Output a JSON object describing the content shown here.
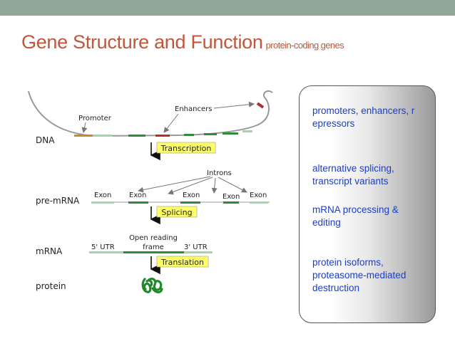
{
  "title": {
    "main": "Gene Structure and Function",
    "sub": "protein-coding genes"
  },
  "diagram": {
    "row_labels": {
      "dna": "DNA",
      "pre_mrna": "pre-mRNA",
      "mrna": "mRNA",
      "protein": "protein"
    },
    "labels": {
      "promoter": "Promoter",
      "enhancers": "Enhancers",
      "introns": "Introns",
      "exon": "Exon",
      "utr5": "5' UTR",
      "orf_line1": "Open reading",
      "orf_line2": "frame",
      "utr3": "3' UTR"
    },
    "steps": {
      "transcription": "Transcription",
      "splicing": "Splicing",
      "translation": "Translation"
    }
  },
  "notes": [
    "promoters, enhancers, r\nepressors",
    "alternative splicing,\ntranscript variants",
    "mRNA processing &\nediting",
    "protein isoforms,\nproteasome-mediated\ndestruction"
  ],
  "colors": {
    "title": "#c0573a",
    "note_text": "#1b3dc8",
    "exon_green": "#2e8b3a",
    "light_green": "#9fd8a6",
    "step_box": "#ffff66",
    "promoter": "#c88a2e",
    "enhancer": "#b03030"
  }
}
